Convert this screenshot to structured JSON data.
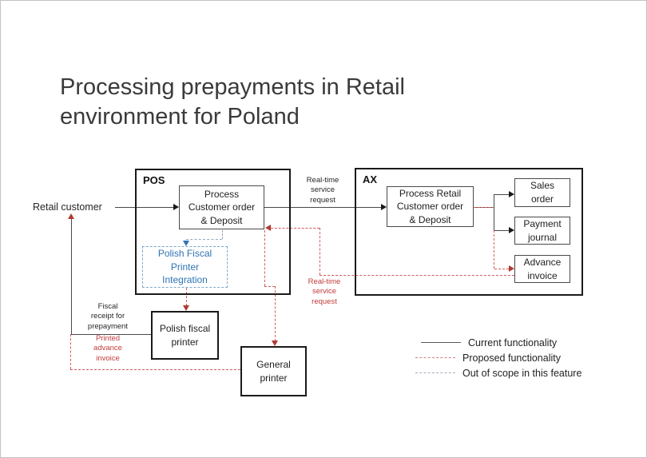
{
  "slide": {
    "title": "Processing prepayments in Retail environment for Poland"
  },
  "containers": {
    "pos": {
      "label": "POS"
    },
    "ax": {
      "label": "AX"
    }
  },
  "nodes": {
    "process_pos": "Process\nCustomer order\n& Deposit",
    "integration": "Polish Fiscal\nPrinter\nIntegration",
    "process_ax": "Process Retail\nCustomer order\n& Deposit",
    "sales_order": "Sales\norder",
    "payment_journal": "Payment\njournal",
    "advance_invoice": "Advance\ninvoice",
    "polish_printer": "Polish fiscal\nprinter",
    "general_printer": "General\nprinter"
  },
  "labels": {
    "retail_customer": "Retail customer",
    "realtime_request_top": "Real-time\nservice\nrequest",
    "realtime_request_mid": "Real-time\nservice\nrequest",
    "fiscal_receipt": "Fiscal\nreceipt for\nprepayment",
    "printed_advance": "Printed\nadvance\ninvoice"
  },
  "legend": {
    "items": [
      {
        "label": "Current functionality",
        "style": "solid",
        "color": "#595959"
      },
      {
        "label": "Proposed functionality",
        "style": "dashed",
        "color": "#d08080"
      },
      {
        "label": "Out of scope in this feature",
        "style": "dashed",
        "color": "#a3aebc"
      }
    ]
  },
  "colors": {
    "current_line": "#4a4a4a",
    "proposed_line": "#d25b5b",
    "proposed_text": "#c23b3b",
    "out_of_scope_line": "#93a9c0",
    "integration_text": "#2e74b5",
    "box_border": "#1a1a1a"
  }
}
